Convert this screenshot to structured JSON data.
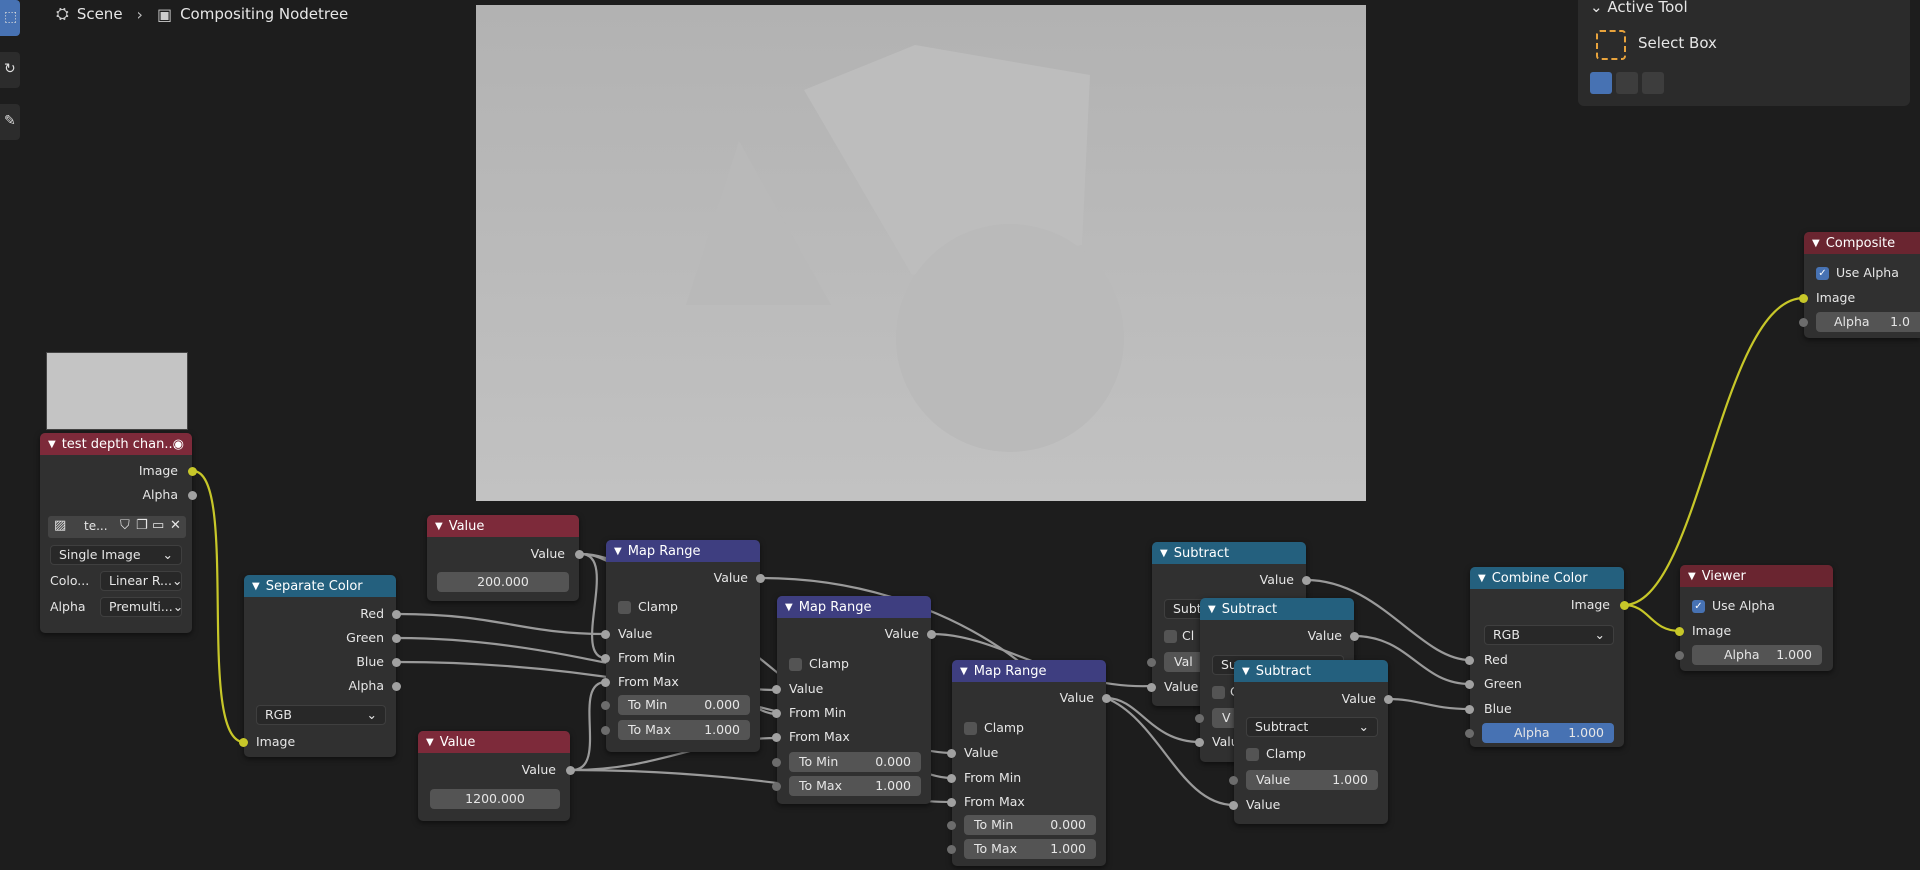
{
  "header": {
    "breadcrumb": [
      "Scene",
      "Compositing Nodetree"
    ]
  },
  "active_tool": {
    "title": "Active Tool",
    "tool": "Select Box"
  },
  "nodes": {
    "image": {
      "title": "test depth chan...",
      "outputs": [
        "Image",
        "Alpha"
      ],
      "image_name": "te...",
      "source": "Single Image",
      "color_label": "Colo...",
      "color_value": "Linear R...",
      "alpha_label": "Alpha",
      "alpha_value": "Premulti..."
    },
    "separate": {
      "title": "Separate Color",
      "outputs": [
        "Red",
        "Green",
        "Blue",
        "Alpha"
      ],
      "mode": "RGB",
      "input": "Image"
    },
    "value1": {
      "title": "Value",
      "output": "Value",
      "value": "200.000"
    },
    "value2": {
      "title": "Value",
      "output": "Value",
      "value": "1200.000"
    },
    "map1": {
      "title": "Map Range",
      "output": "Value",
      "clamp": "Clamp",
      "inputs": [
        "Value",
        "From Min",
        "From Max"
      ],
      "to_min_label": "To Min",
      "to_min": "0.000",
      "to_max_label": "To Max",
      "to_max": "1.000"
    },
    "map2": {
      "title": "Map Range",
      "output": "Value",
      "clamp": "Clamp",
      "inputs": [
        "Value",
        "From Min",
        "From Max"
      ],
      "to_min_label": "To Min",
      "to_min": "0.000",
      "to_max_label": "To Max",
      "to_max": "1.000"
    },
    "map3": {
      "title": "Map Range",
      "output": "Value",
      "clamp": "Clamp",
      "inputs": [
        "Value",
        "From Min",
        "From Max"
      ],
      "to_min_label": "To Min",
      "to_min": "0.000",
      "to_max_label": "To Max",
      "to_max": "1.000"
    },
    "sub1": {
      "title": "Subtract",
      "output": "Value",
      "mode_partial": "Subt",
      "clamp_partial": "Cl",
      "value_partial": "Val",
      "input": "Value"
    },
    "sub2": {
      "title": "Subtract",
      "output": "Value",
      "mode_partial": "Su",
      "clamp_partial": "C",
      "value_partial": "V",
      "input": "Value"
    },
    "sub3": {
      "title": "Subtract",
      "output": "Value",
      "mode": "Subtract",
      "clamp": "Clamp",
      "value_label": "Value",
      "value": "1.000",
      "input": "Value"
    },
    "combine": {
      "title": "Combine Color",
      "output": "Image",
      "mode": "RGB",
      "inputs": [
        "Red",
        "Green",
        "Blue"
      ],
      "alpha_label": "Alpha",
      "alpha": "1.000"
    },
    "viewer": {
      "title": "Viewer",
      "use_alpha": "Use Alpha",
      "input": "Image",
      "alpha_label": "Alpha",
      "alpha": "1.000"
    },
    "composite": {
      "title": "Composite",
      "use_alpha": "Use Alpha",
      "input": "Image",
      "alpha_label": "Alpha",
      "alpha": "1.0"
    }
  }
}
